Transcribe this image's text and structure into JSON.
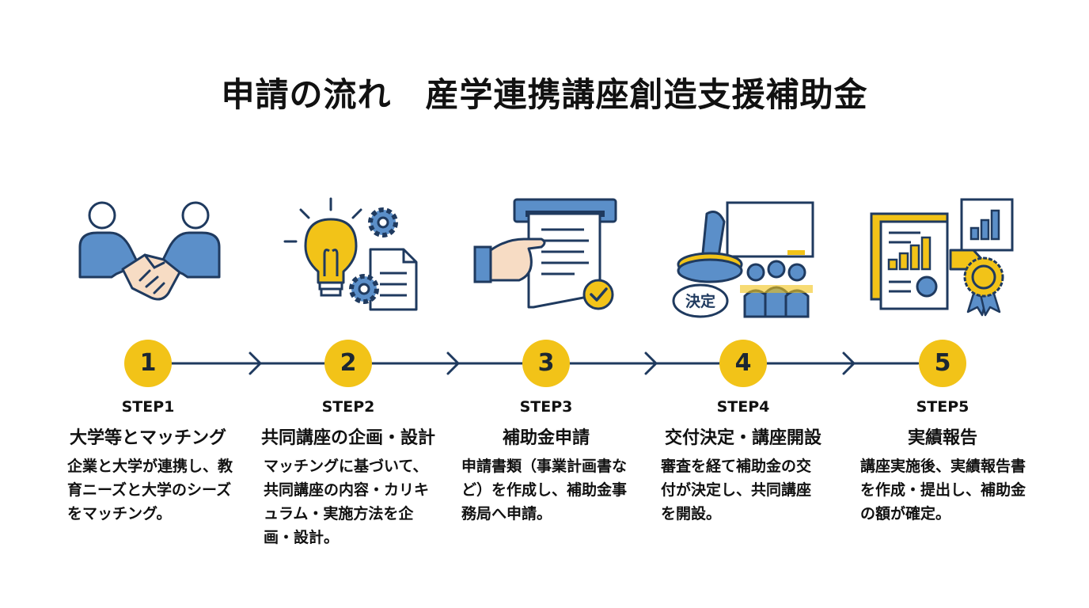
{
  "title": "申請の流れ　産学連携講座創造支援補助金",
  "steps": [
    {
      "number": "1",
      "step": "STEP1",
      "title": "大学等とマッチング",
      "description": "企業と大学が連携し、教育ニーズと大学のシーズをマッチング。"
    },
    {
      "number": "2",
      "step": "STEP2",
      "title": "共同講座の企画・設計",
      "description": "マッチングに基づいて、共同講座の内容・カリキュラム・実施方法を企画・設計。"
    },
    {
      "number": "3",
      "step": "STEP3",
      "title": "補助金申請",
      "description": "申請書類（事業計画書など）を作成し、補助金事務局へ申請。"
    },
    {
      "number": "4",
      "step": "STEP4",
      "title": "交付決定・講座開設",
      "description": "審査を経て補助金の交付が決定し、共同講座を開設。"
    },
    {
      "number": "5",
      "step": "STEP5",
      "title": "実績報告",
      "description": "講座実施後、実績報告書を作成・提出し、補助金の額が確定。"
    }
  ],
  "stamp_text": "決定",
  "colors": {
    "accent": "#f2c318",
    "blue": "#5b8fc9",
    "navy": "#1f3a5f",
    "line": "#1f3a5f"
  },
  "icons": [
    "handshake-icon",
    "lightbulb-gears-icon",
    "application-document-icon",
    "approval-stamp-icon",
    "report-award-icon"
  ]
}
